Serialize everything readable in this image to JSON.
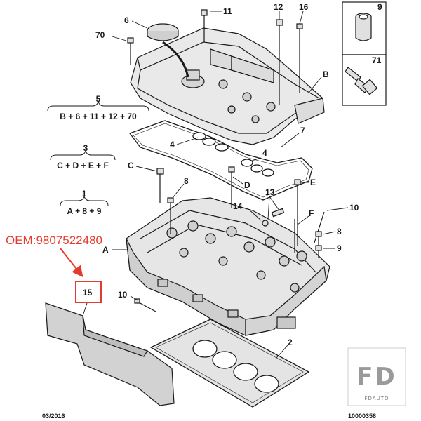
{
  "colors": {
    "line": "#1a1a1a",
    "part_fill": "#e9e9e9",
    "part_dark": "#bdbdbd",
    "highlight": "#e63a2e",
    "watermark": "#9a9a9a"
  },
  "oem": {
    "label": "OEM:9807522480"
  },
  "formulas": {
    "f5": {
      "number": "5",
      "parts": "B + 6 + 11 + 12 + 70"
    },
    "f3": {
      "number": "3",
      "parts": "C + D + E + F"
    },
    "f1": {
      "number": "1",
      "parts": "A + 8 + 9"
    }
  },
  "labels": {
    "l6": "6",
    "l11": "11",
    "l12": "12",
    "l16": "16",
    "l70": "70",
    "lB": "B",
    "l7": "7",
    "l4a": "4",
    "l4b": "4",
    "lC": "C",
    "l8a": "8",
    "lD": "D",
    "lE": "E",
    "l13": "13",
    "l14": "14",
    "l10a": "10",
    "lF": "F",
    "l8b": "8",
    "l9b": "9",
    "lA": "A",
    "l15": "15",
    "l10b": "10",
    "l2": "2",
    "inset9": "9",
    "inset71": "71"
  },
  "footer": {
    "date": "03/2016",
    "ref": "10000358"
  },
  "watermark": {
    "logo": "FD",
    "brand": "FDAUTO"
  }
}
